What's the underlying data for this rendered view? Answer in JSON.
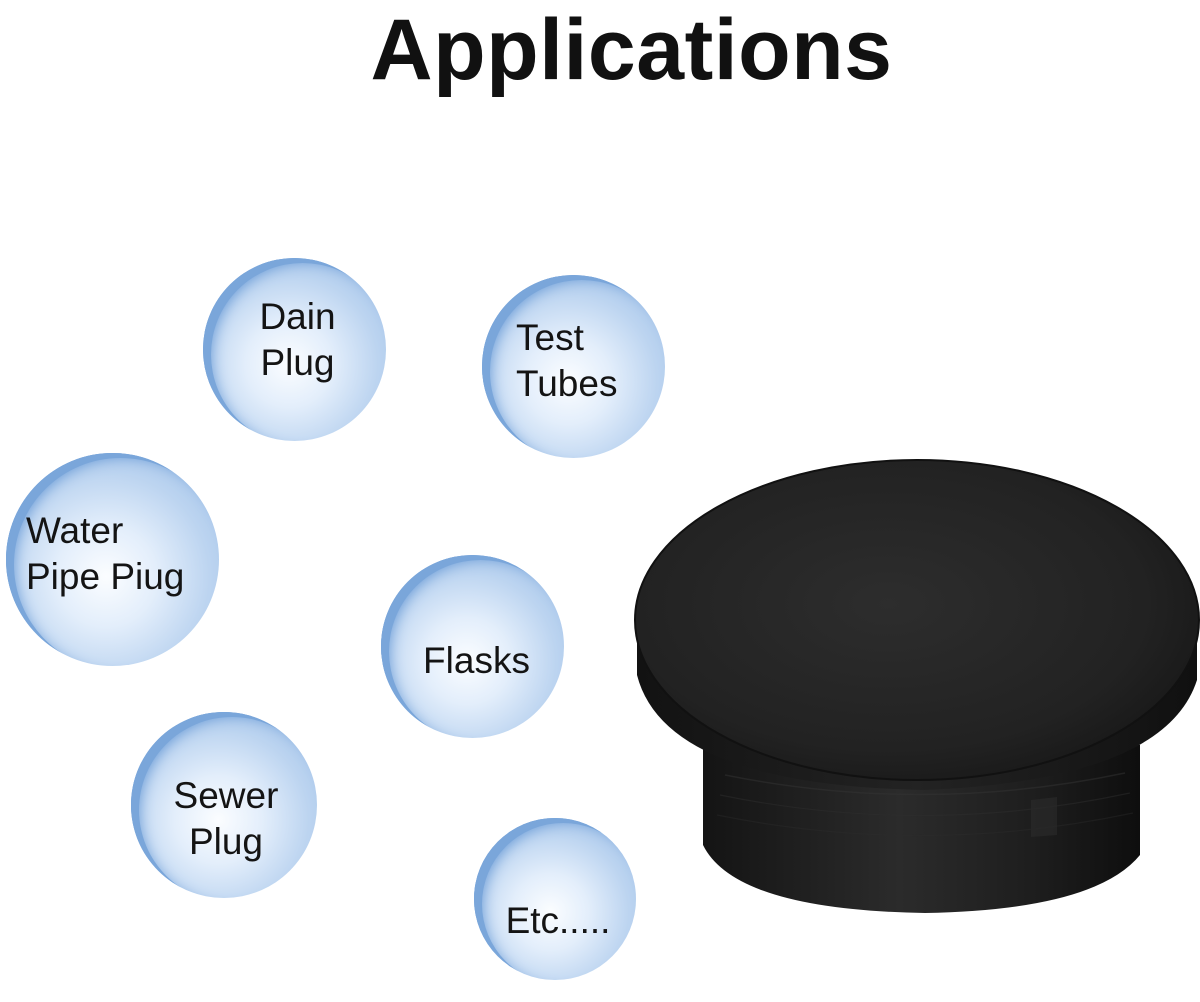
{
  "title": "Applications",
  "bubbles": [
    {
      "label": "Dain\nPlug"
    },
    {
      "label": "Test\nTubes"
    },
    {
      "label": "Water\nPipe Piug"
    },
    {
      "label": "Flasks"
    },
    {
      "label": "Sewer\nPlug"
    },
    {
      "label": "Etc....."
    }
  ],
  "colors": {
    "bubble_edge": "#7aa6da",
    "bubble_center": "#fbfdff",
    "plug": "#1c1c1c",
    "title": "#111111"
  },
  "product_image": {
    "icon": "rubber-plug-icon"
  }
}
